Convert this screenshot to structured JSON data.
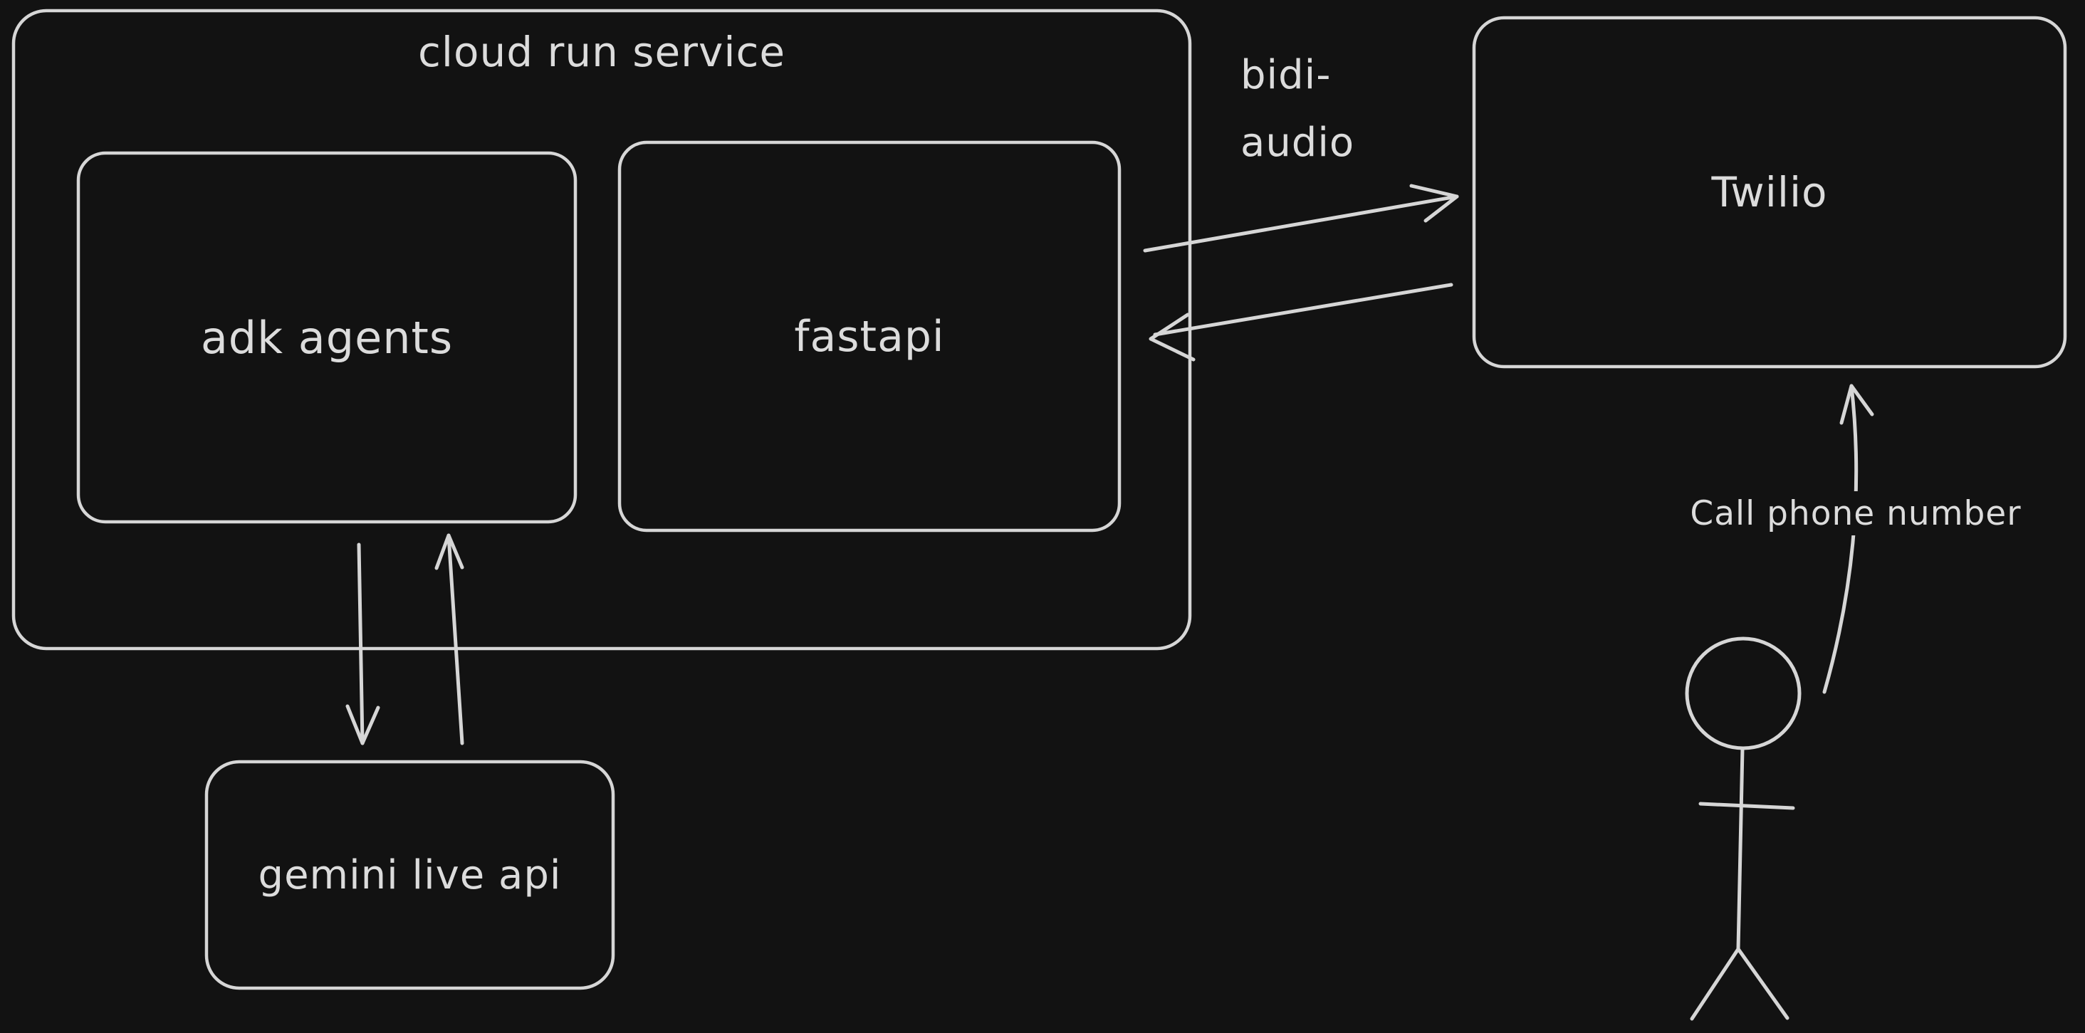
{
  "colors": {
    "background": "#121212",
    "stroke": "#d6d6d6",
    "text": "#dcdcdc"
  },
  "nodes": {
    "cloud_run": {
      "label": "cloud run service"
    },
    "adk_agents": {
      "label": "adk agents"
    },
    "fastapi": {
      "label": "fastapi"
    },
    "twilio": {
      "label": "Twilio"
    },
    "gemini_live_api": {
      "label": "gemini live api"
    }
  },
  "edges": {
    "bidi_audio": {
      "label_line1": "bidi-",
      "label_line2": "audio"
    },
    "call_phone": {
      "label": "Call phone number"
    }
  },
  "icons": {
    "user": "stick-figure-person"
  }
}
